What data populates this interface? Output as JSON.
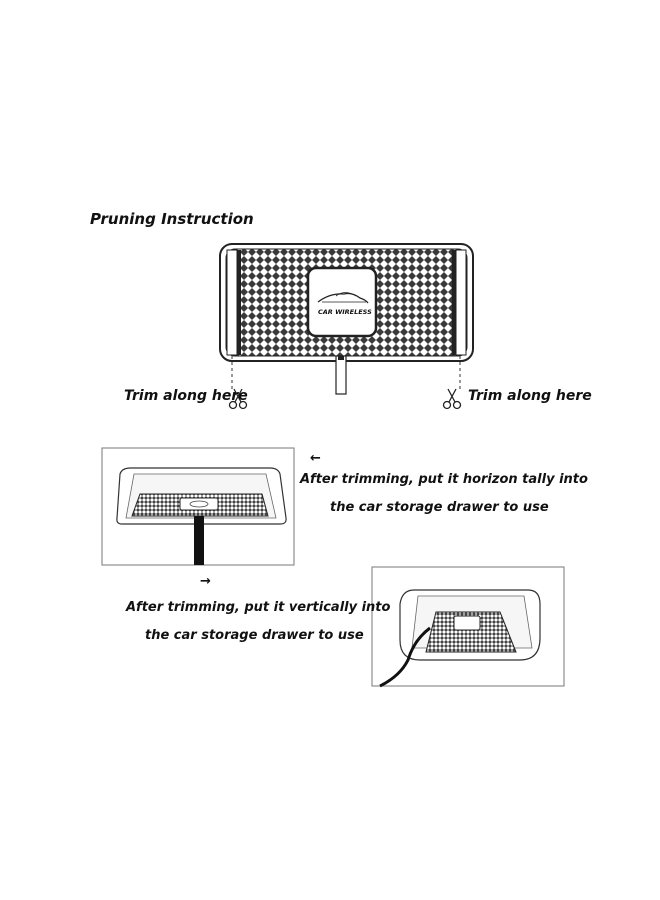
{
  "title": "Pruning Instruction",
  "pad": {
    "logo_text": "CAR WIRELESS"
  },
  "trim_left_label": "Trim along here",
  "trim_right_label": "Trim along here",
  "horizontal_instruction": {
    "line1": "After trimming, put it horizon tally into",
    "line2": "the car storage drawer to use",
    "arrow": "←"
  },
  "vertical_instruction": {
    "line1": "After trimming, put it vertically into",
    "line2": "the car storage drawer to use",
    "arrow": "→"
  },
  "icons": [
    "scissors-icon",
    "arrow-left-icon",
    "arrow-right-icon",
    "car-silhouette-icon"
  ]
}
